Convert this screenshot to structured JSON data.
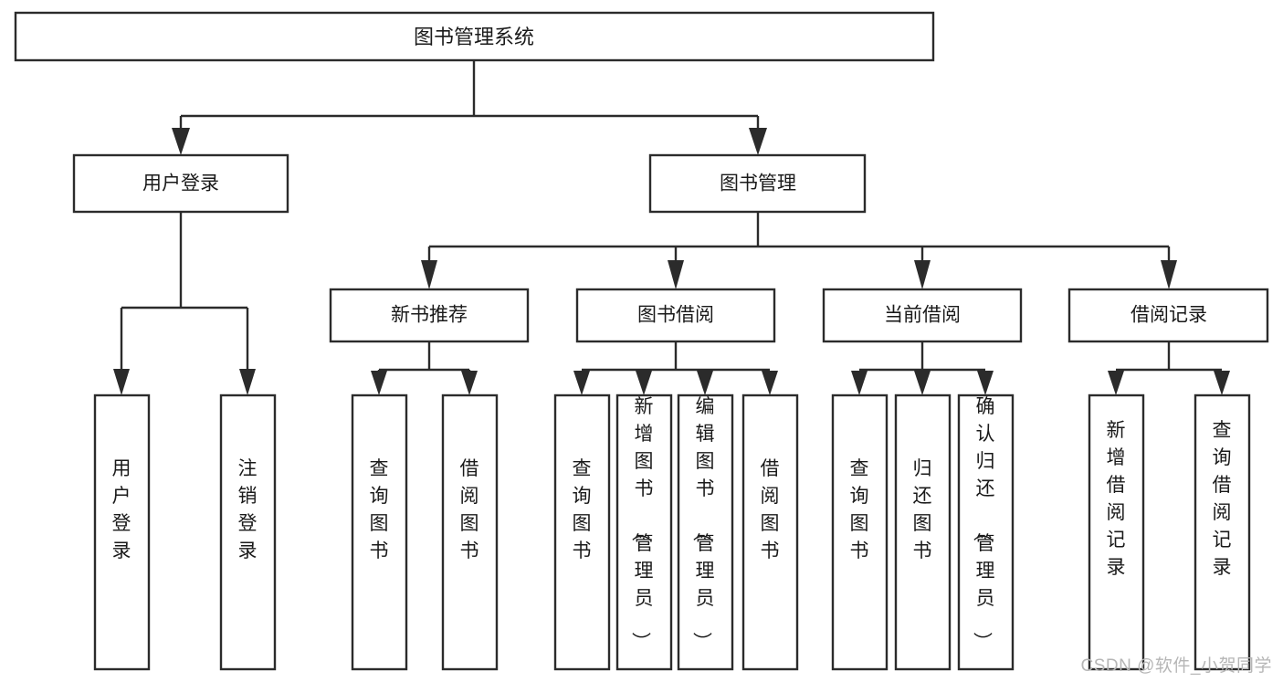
{
  "diagram": {
    "title": "图书管理系统",
    "type": "tree-hierarchy",
    "watermark": "CSDN @软件_小贺同学",
    "colors": {
      "stroke": "#2b2b2b",
      "box_fill": "#ffffff",
      "text": "#1a1a1a",
      "watermark": "#b6b6b6",
      "background": "#ffffff"
    },
    "levels": {
      "root": {
        "label": "图书管理系统"
      },
      "level2": [
        {
          "id": "user-login",
          "label": "用户登录"
        },
        {
          "id": "book-manage",
          "label": "图书管理"
        }
      ],
      "level3": [
        {
          "id": "new-book-recommend",
          "label": "新书推荐",
          "parent": "book-manage"
        },
        {
          "id": "book-borrow",
          "label": "图书借阅",
          "parent": "book-manage"
        },
        {
          "id": "current-borrow",
          "label": "当前借阅",
          "parent": "book-manage"
        },
        {
          "id": "borrow-record",
          "label": "借阅记录",
          "parent": "book-manage"
        }
      ],
      "leaves": [
        {
          "id": "leaf-user-login",
          "label": "用户登录",
          "parent": "user-login"
        },
        {
          "id": "leaf-user-logout",
          "label": "注销登录",
          "parent": "user-login"
        },
        {
          "id": "leaf-query-book-1",
          "label": "查询图书",
          "parent": "new-book-recommend"
        },
        {
          "id": "leaf-borrow-book-1",
          "label": "借阅图书",
          "parent": "new-book-recommend"
        },
        {
          "id": "leaf-query-book-2",
          "label": "查询图书",
          "parent": "book-borrow"
        },
        {
          "id": "leaf-add-book",
          "label": "新增图书（管理员）",
          "parent": "book-borrow"
        },
        {
          "id": "leaf-edit-book",
          "label": "编辑图书（管理员）",
          "parent": "book-borrow"
        },
        {
          "id": "leaf-borrow-book-2",
          "label": "借阅图书",
          "parent": "book-borrow"
        },
        {
          "id": "leaf-query-book-3",
          "label": "查询图书",
          "parent": "current-borrow"
        },
        {
          "id": "leaf-return-book",
          "label": "归还图书",
          "parent": "current-borrow"
        },
        {
          "id": "leaf-confirm-return",
          "label": "确认归还（管理员）",
          "parent": "current-borrow"
        },
        {
          "id": "leaf-add-record",
          "label": "新增借阅记录",
          "parent": "borrow-record"
        },
        {
          "id": "leaf-query-record",
          "label": "查询借阅记录",
          "parent": "borrow-record"
        }
      ]
    }
  }
}
